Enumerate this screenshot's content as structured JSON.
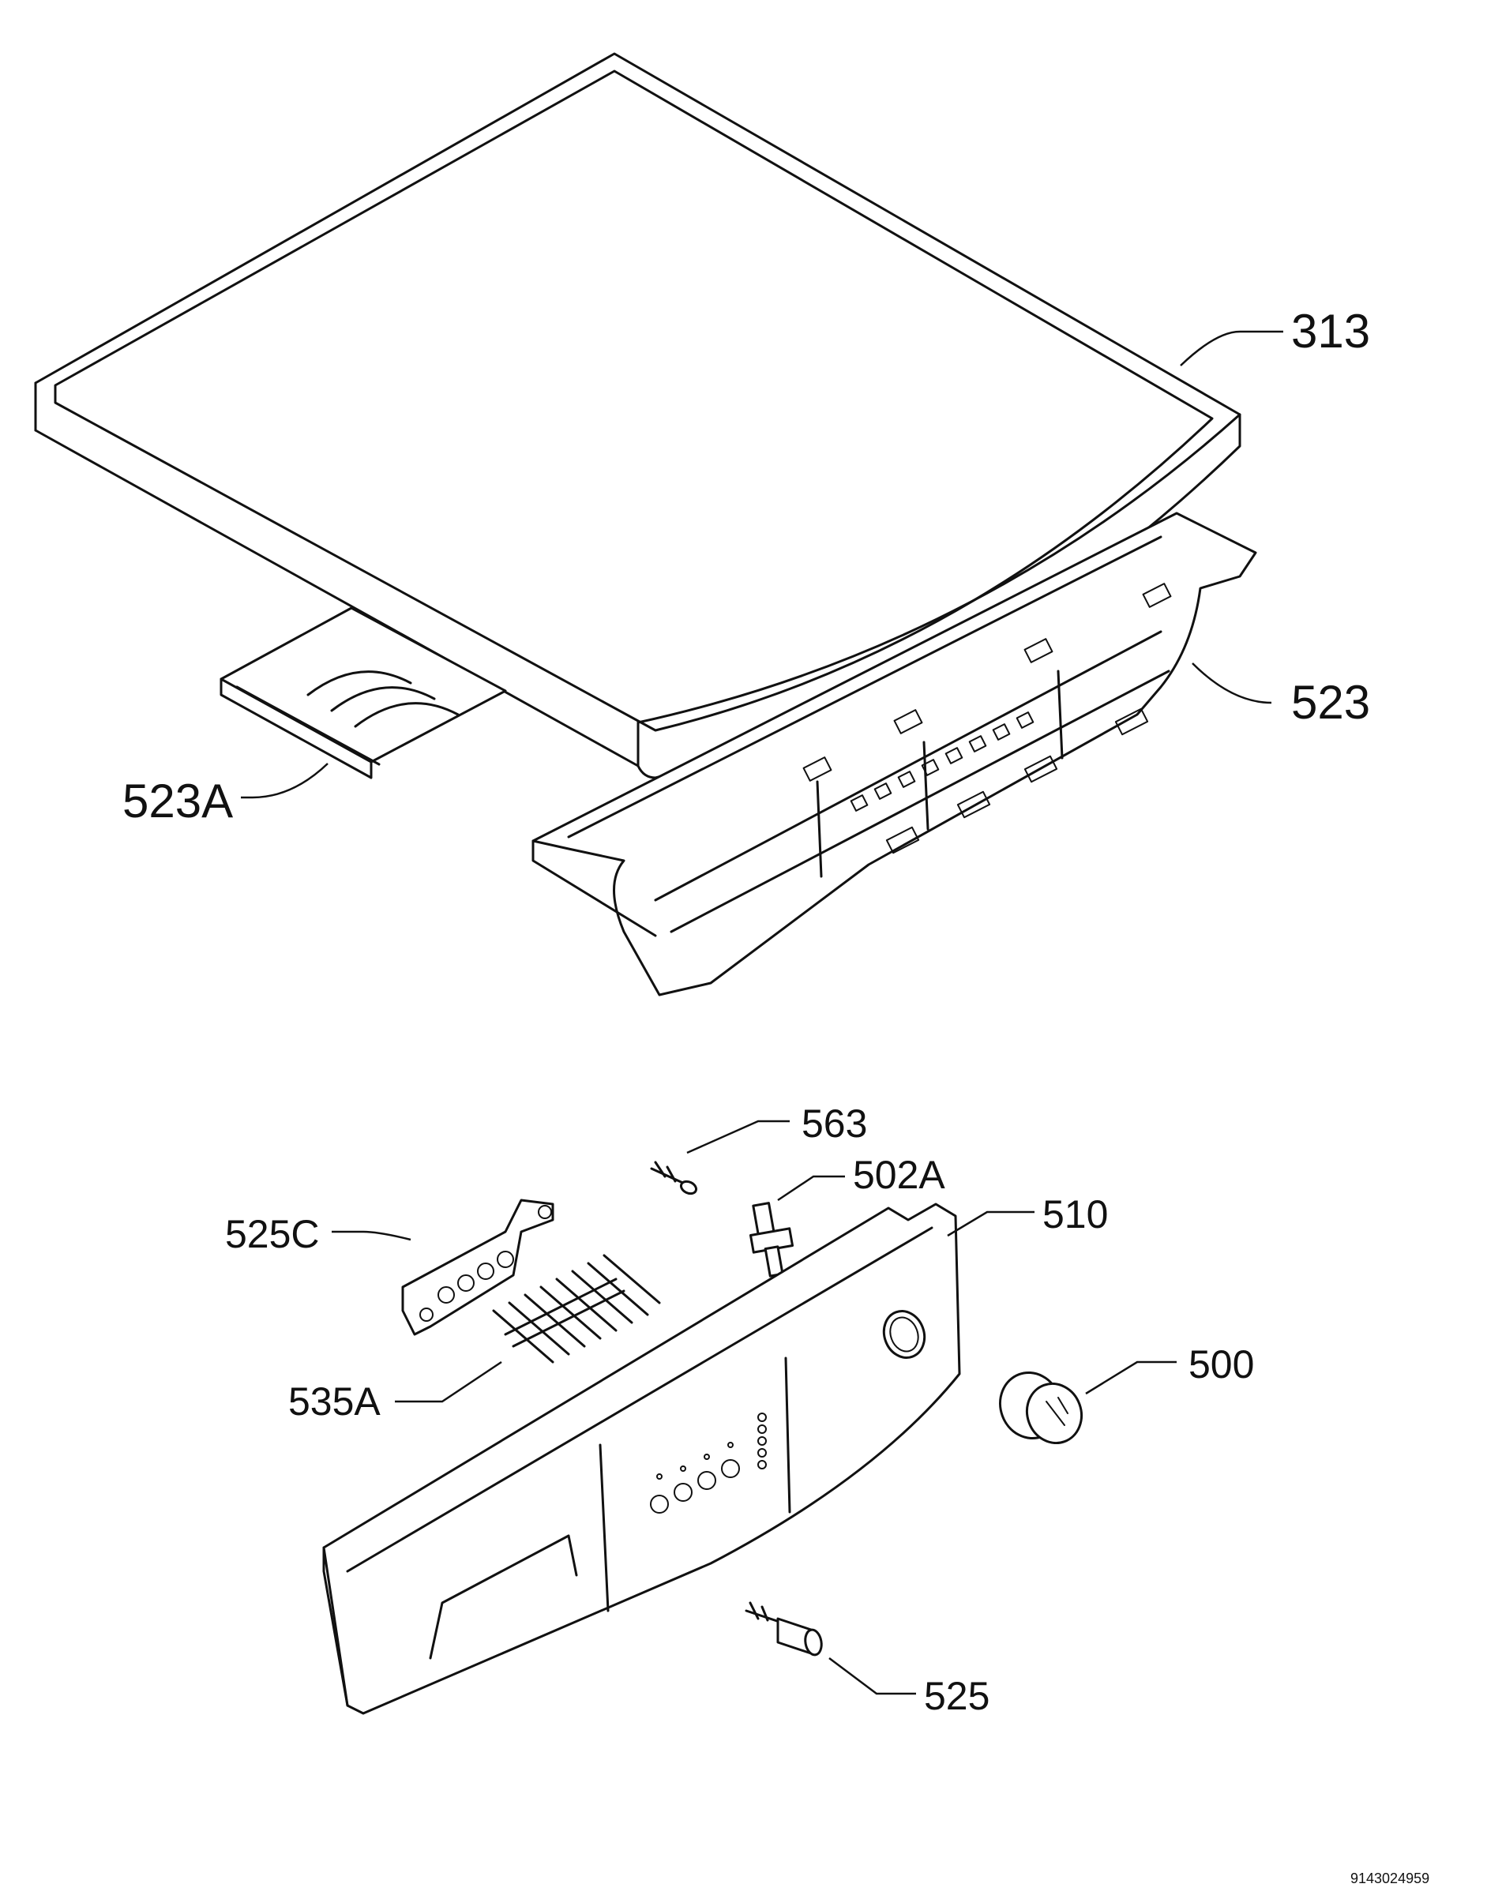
{
  "labels": {
    "l313": "313",
    "l523": "523",
    "l523A": "523A",
    "l563": "563",
    "l502A": "502A",
    "l510": "510",
    "l525C": "525C",
    "l535A": "535A",
    "l500": "500",
    "l525": "525"
  },
  "doc_number": "9143024959"
}
